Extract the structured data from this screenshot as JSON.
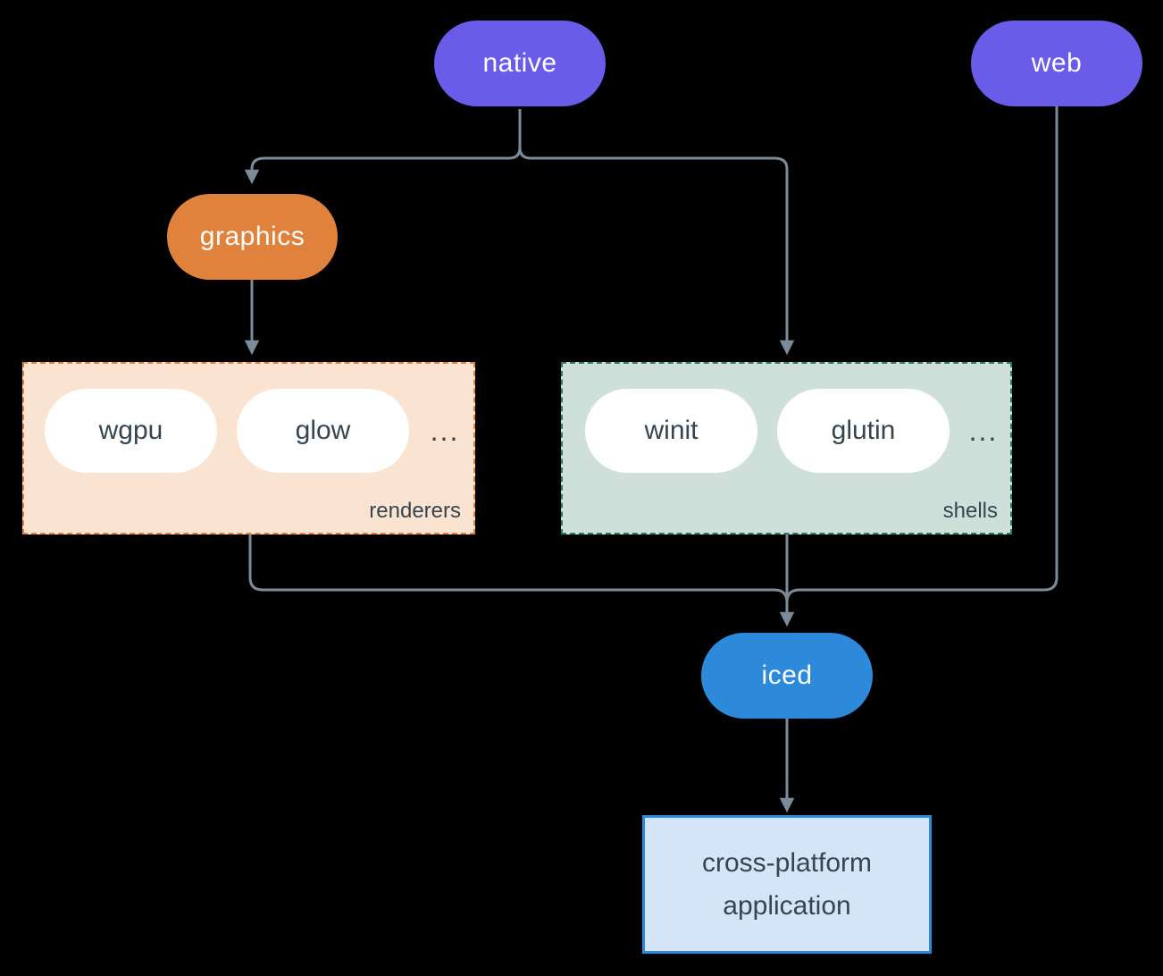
{
  "diagram": {
    "background": "#000000",
    "connector_color": "#7b8b9a",
    "ink_color": "#36454f",
    "pill_text_color": "#ffffff"
  },
  "nodes": {
    "native": {
      "label": "native",
      "fill": "#695ce8"
    },
    "web": {
      "label": "web",
      "fill": "#695ce8"
    },
    "graphics": {
      "label": "graphics",
      "fill": "#e0823c"
    },
    "iced": {
      "label": "iced",
      "fill": "#2d89da"
    },
    "application": {
      "lines": [
        "cross-platform",
        "application"
      ],
      "fill": "#d3e5f6",
      "border": "#2d89da"
    }
  },
  "groups": {
    "renderers": {
      "label": "renderers",
      "fill": "#fae4d1",
      "border": "#e0823c",
      "items": [
        {
          "label": "wgpu"
        },
        {
          "label": "glow"
        }
      ],
      "ellipsis": "..."
    },
    "shells": {
      "label": "shells",
      "fill": "#cfe0da",
      "border": "#2a7a6c",
      "items": [
        {
          "label": "winit"
        },
        {
          "label": "glutin"
        }
      ],
      "ellipsis": "..."
    }
  }
}
